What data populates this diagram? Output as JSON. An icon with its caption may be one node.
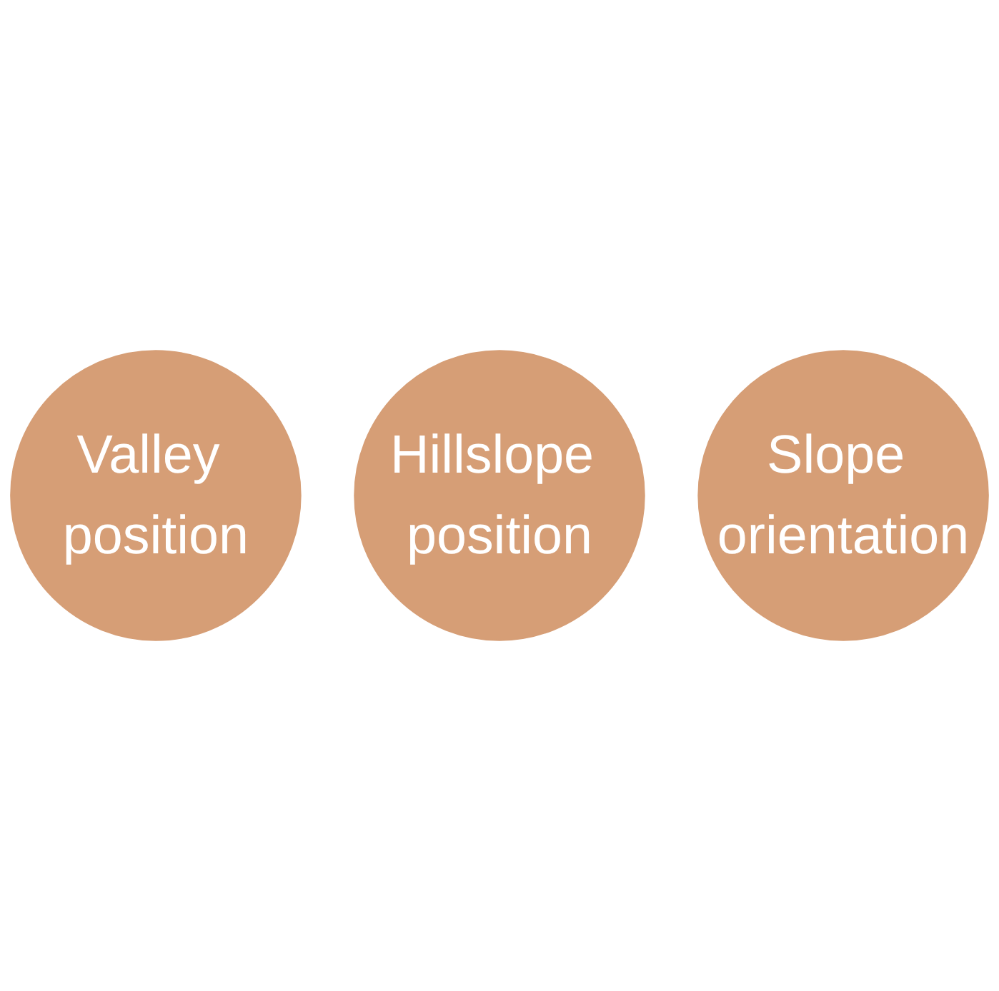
{
  "diagram": {
    "nodes": [
      {
        "text": [
          "Valley position"
        ]
      },
      {
        "text": [
          "Hillslope position"
        ]
      },
      {
        "text": [
          "Slope orientation"
        ]
      }
    ]
  }
}
